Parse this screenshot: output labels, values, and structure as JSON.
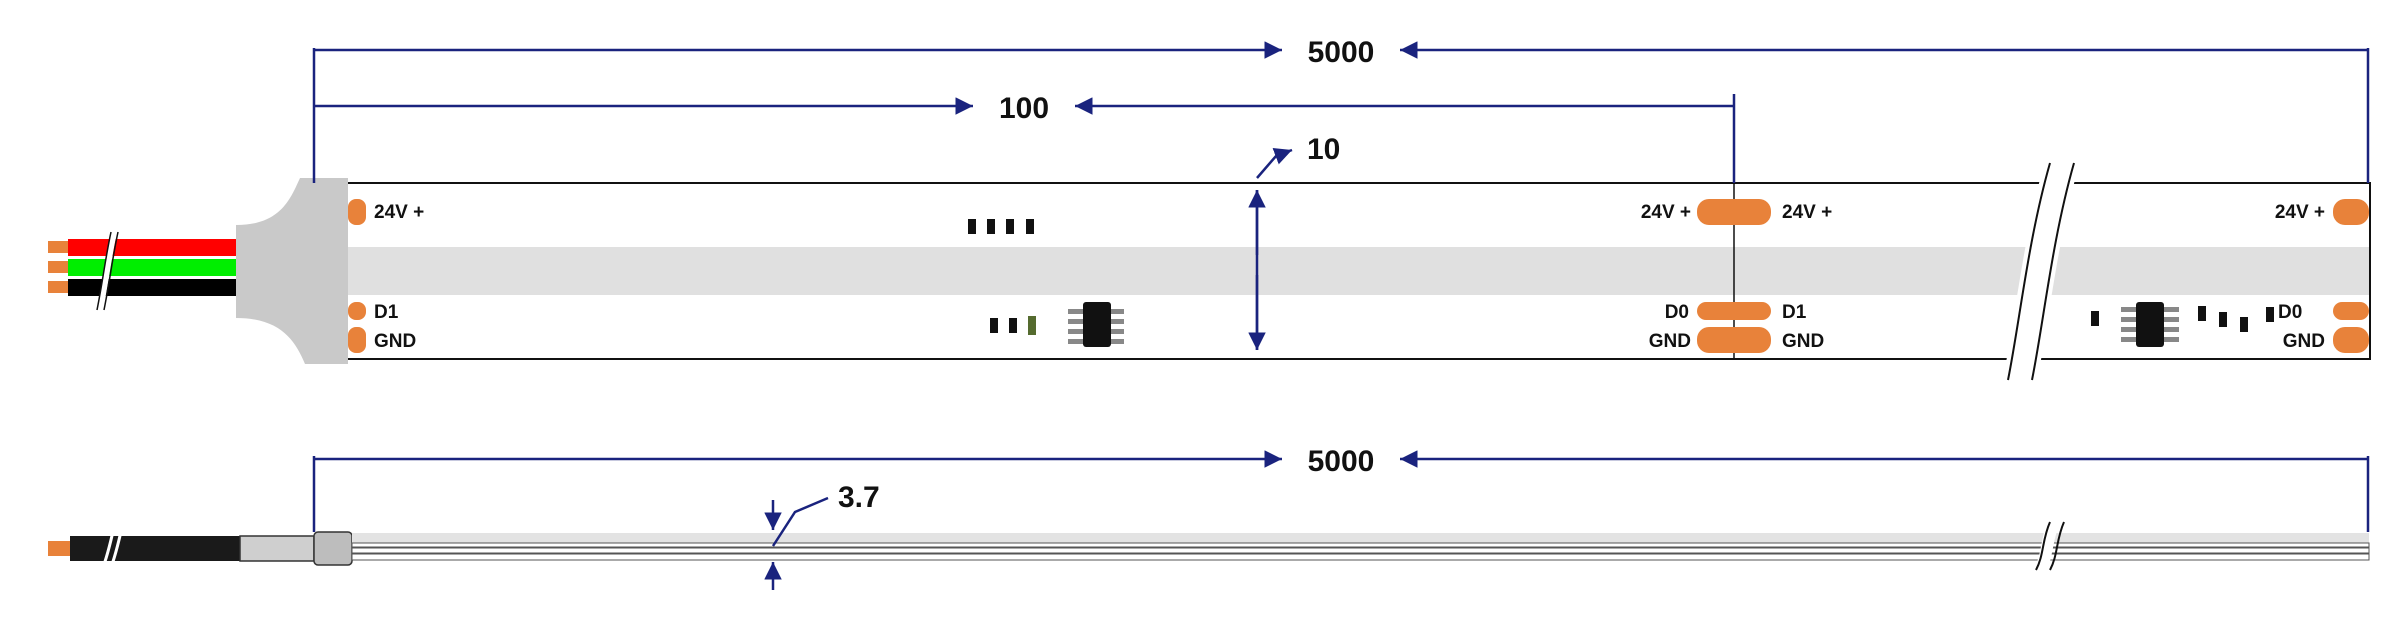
{
  "colors": {
    "dimension_line": "#1a237e",
    "pad": "#e8823a",
    "strip_band": "#e0e0e0",
    "end_cap": "#c9c9c9",
    "wire_red": "#ff0000",
    "wire_green": "#00ee00",
    "wire_black": "#000000",
    "copper": "#e8823a",
    "chip": "#111111"
  },
  "top_view": {
    "total_length": "5000",
    "segment_length": "100",
    "width": "10",
    "pads": {
      "left_plus": "24V +",
      "left_data": "D1",
      "left_gnd": "GND",
      "cut_plus_left": "24V +",
      "cut_plus_right": "24V +",
      "cut_data_left": "D0",
      "cut_data_right": "D1",
      "cut_gnd_left": "GND",
      "cut_gnd_right": "GND",
      "right_plus": "24V +",
      "right_data": "D0",
      "right_gnd": "GND"
    }
  },
  "side_view": {
    "total_length": "5000",
    "thickness": "3.7"
  }
}
